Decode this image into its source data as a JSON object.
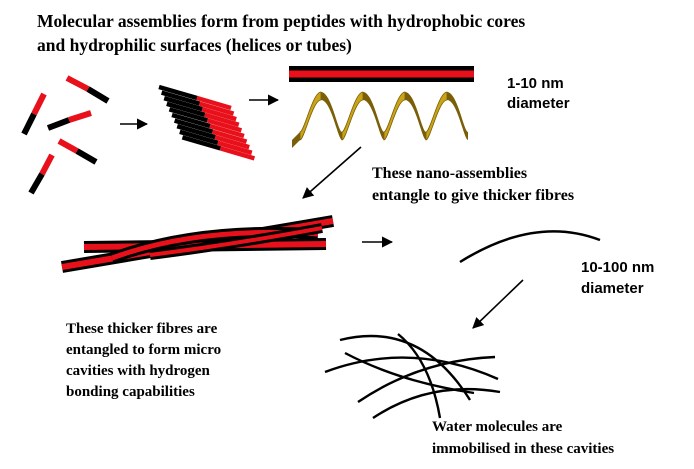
{
  "title": {
    "line1": "Molecular assemblies form from peptides with hydrophobic cores",
    "line2": "and hydrophilic surfaces (helices or tubes)"
  },
  "diameter_small": {
    "line1": "1-10 nm",
    "line2": "diameter"
  },
  "diameter_large": {
    "line1": "10-100 nm",
    "line2": "diameter"
  },
  "entangle_caption": {
    "line1": "These nano-assemblies",
    "line2": "entangle to give thicker fibres"
  },
  "cavities_caption": {
    "line1": "These thicker fibres are",
    "line2": "entangled to form micro",
    "line3": "cavities with hydrogen",
    "line4": "bonding capabilities"
  },
  "water_caption": {
    "line1": "Water molecules are",
    "line2": "immobilised in these cavities"
  },
  "colors": {
    "hydrophilic": "#e8101a",
    "hydrophobic": "#000000",
    "helix": "#c9a418",
    "helix_dark": "#7a5f08"
  }
}
